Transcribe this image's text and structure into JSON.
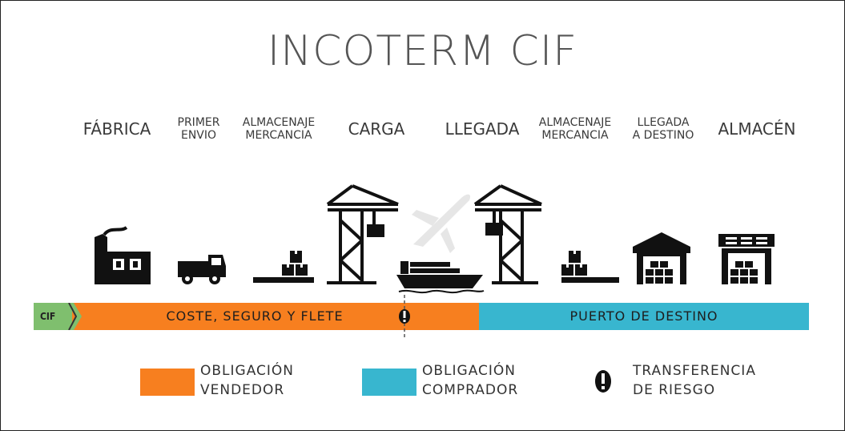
{
  "title": "INCOTERM CIF",
  "stages": [
    {
      "lines": [
        "FÁBRICA"
      ]
    },
    {
      "lines": [
        "PRIMER",
        "ENVIO"
      ]
    },
    {
      "lines": [
        "ALMACENAJE",
        "MERCANCIA"
      ]
    },
    {
      "lines": [
        "CARGA"
      ]
    },
    {
      "lines": [
        "LLEGADA"
      ]
    },
    {
      "lines": [
        "ALMACENAJE",
        "MERCANCIA"
      ]
    },
    {
      "lines": [
        "LLEGADA",
        "A DESTINO"
      ]
    },
    {
      "lines": [
        "ALMACÉN"
      ]
    }
  ],
  "bar": {
    "tag": "CIF",
    "seller_segment": "COSTE, SEGURO Y FLETE",
    "buyer_segment": "PUERTO DE DESTINO"
  },
  "legend": {
    "seller": {
      "lines": [
        "OBLIGACIÓN",
        "VENDEDOR"
      ]
    },
    "buyer": {
      "lines": [
        "OBLIGACIÓN",
        "COMPRADOR"
      ]
    },
    "risk": {
      "lines": [
        "TRANSFERENCIA",
        "DE RIESGO"
      ]
    }
  },
  "icons": [
    "factory-icon",
    "truck-icon",
    "warehouse-boxes-icon",
    "crane-icon",
    "airplane-icon",
    "cargo-ship-icon",
    "crane-icon",
    "warehouse-boxes-icon",
    "warehouse-icon",
    "warehouse-icon",
    "risk-transfer-icon"
  ],
  "colors": {
    "seller": "#f77f1f",
    "buyer": "#38b6cf",
    "cif_tag": "#7fbf6e",
    "icons": "#111111",
    "airplane": "#e6e6e6"
  }
}
